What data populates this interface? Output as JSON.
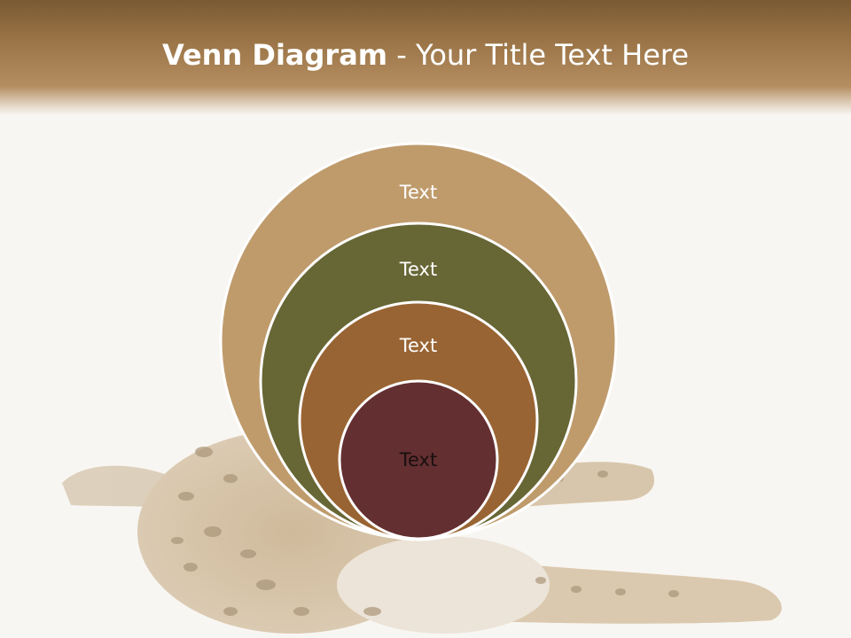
{
  "slide": {
    "title_bold": "Venn Diagram",
    "title_rest": " - Your Title Text Here"
  },
  "diagram": {
    "type": "nested-venn",
    "rings": [
      {
        "label": "Text",
        "color": "#bf9b6c"
      },
      {
        "label": "Text",
        "color": "#676635"
      },
      {
        "label": "Text",
        "color": "#996433"
      },
      {
        "label": "Text",
        "color": "#632f31"
      }
    ],
    "ring_border_color": "#ffffff"
  },
  "background": {
    "subject": "reclining spotted wild cat",
    "image_icon": "serval-photo-icon"
  }
}
